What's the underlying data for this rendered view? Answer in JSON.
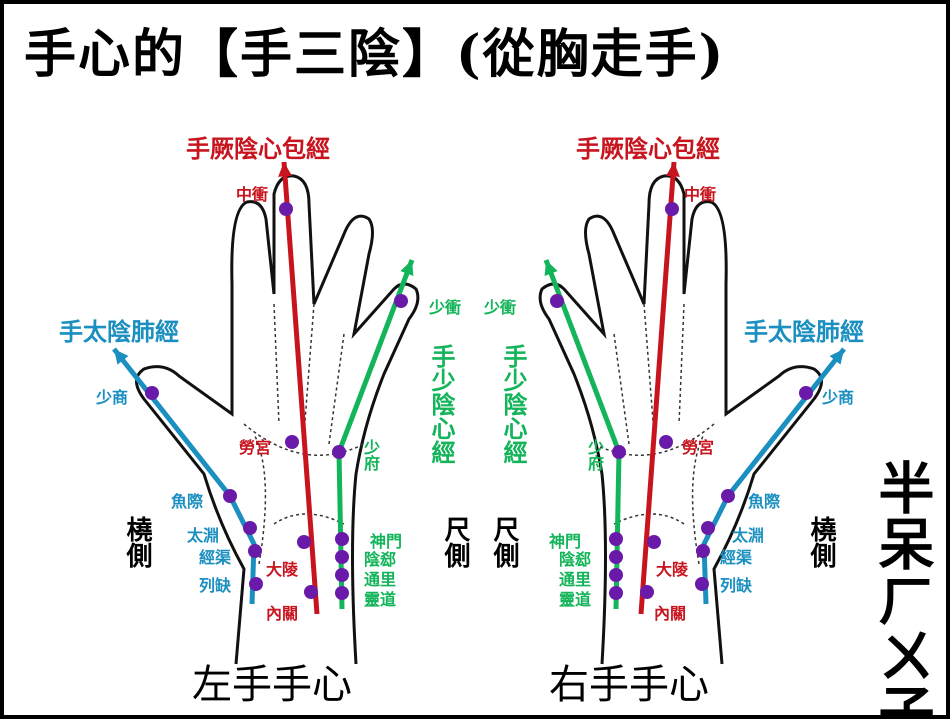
{
  "title": "手心的【手三陰】(從胸走手)",
  "colors": {
    "pericardium": "#c8141e",
    "lung": "#1a8fc0",
    "heart": "#14b45a",
    "point": "#6a1aa8"
  },
  "left": {
    "pericardium": "手厥陰心包經",
    "lung": "手太陰肺經",
    "heart": "手少陰心經",
    "points": {
      "zhongchong": "中衝",
      "laogong": "勞宮",
      "daling": "大陵",
      "neiguan": "內關",
      "shaochong": "少衝",
      "shaofu": "少府",
      "shenmen": "神門",
      "yinxi": "陰郄",
      "tongli": "通里",
      "lingdao": "靈道",
      "shaoshang": "少商",
      "yuji": "魚際",
      "taiyuan": "太淵",
      "jingqu": "經渠",
      "lieque": "列缺"
    },
    "radial_side": "橈側",
    "ulnar_side": "尺側",
    "caption": "左手手心"
  },
  "right": {
    "pericardium": "手厥陰心包經",
    "lung": "手太陰肺經",
    "heart": "手少陰心經",
    "points": {
      "zhongchong": "中衝",
      "laogong": "勞宮",
      "daling": "大陵",
      "neiguan": "內關",
      "shaochong": "少衝",
      "shaofu": "少府",
      "shenmen": "神門",
      "yinxi": "陰郄",
      "tongli": "通里",
      "lingdao": "靈道",
      "shaoshang": "少商",
      "yuji": "魚際",
      "taiyuan": "太淵",
      "jingqu": "經渠",
      "lieque": "列缺"
    },
    "radial_side": "橈側",
    "ulnar_side": "尺側",
    "caption": "右手手心"
  },
  "watermark": "半呆ㄏㄨ子"
}
